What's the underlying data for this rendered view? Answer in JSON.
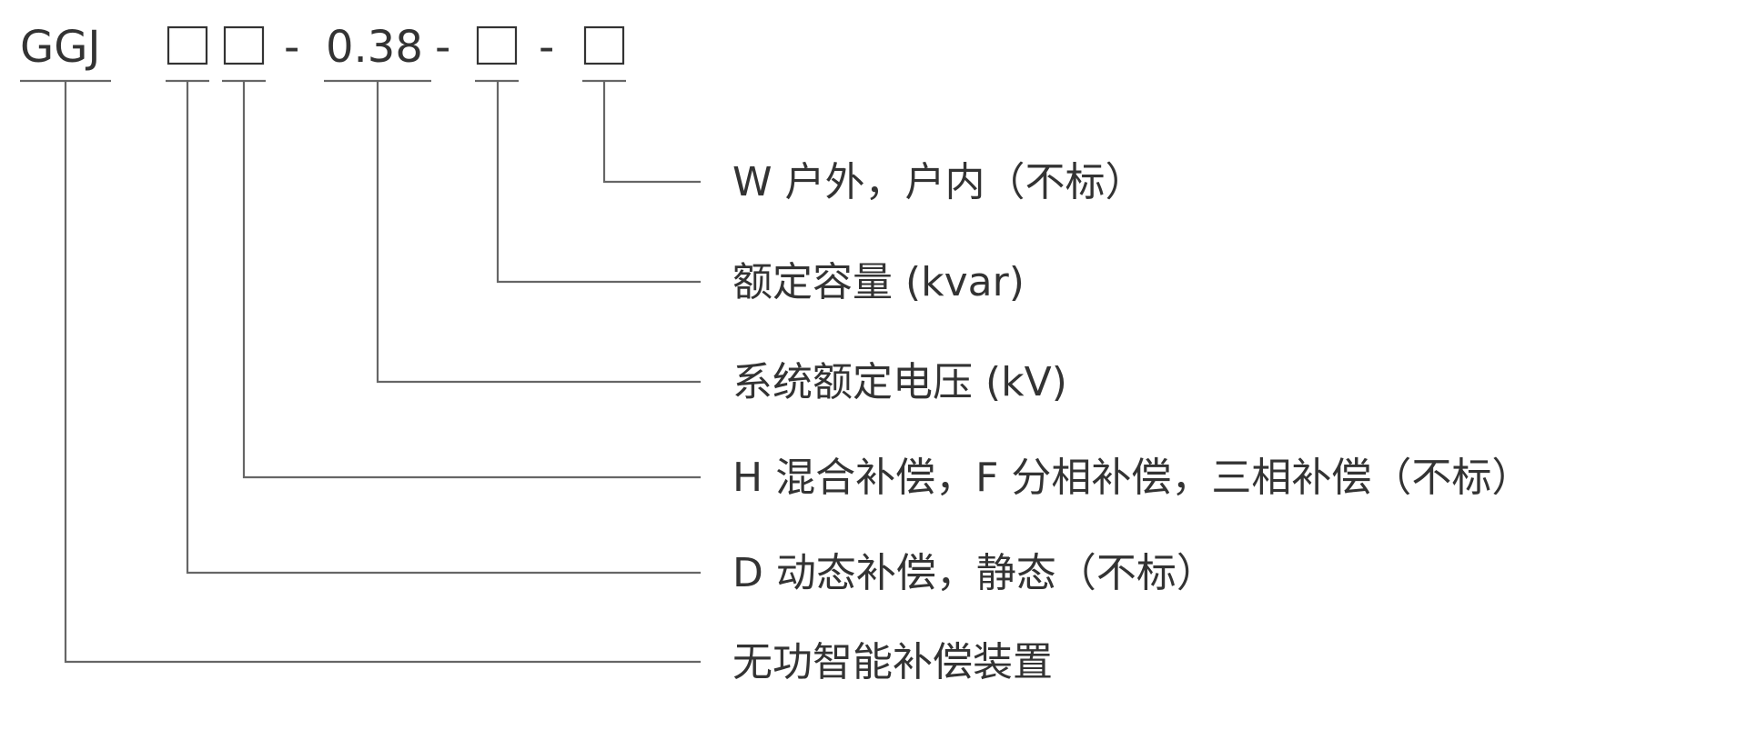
{
  "code": {
    "prefix": "GGJ",
    "dash": "-",
    "voltage": "0.38"
  },
  "descriptions": {
    "installation": "W 户外，户内（不标）",
    "capacity": "额定容量 (kvar)",
    "voltage": "系统额定电压 (kV)",
    "compensation_mode": "H 混合补偿，F 分相补偿，三相补偿（不标）",
    "dynamic": "D 动态补偿，静态（不标）",
    "product": "无功智能补偿装置"
  },
  "colors": {
    "text": "#333333",
    "lines": "#666666",
    "background": "#ffffff"
  }
}
